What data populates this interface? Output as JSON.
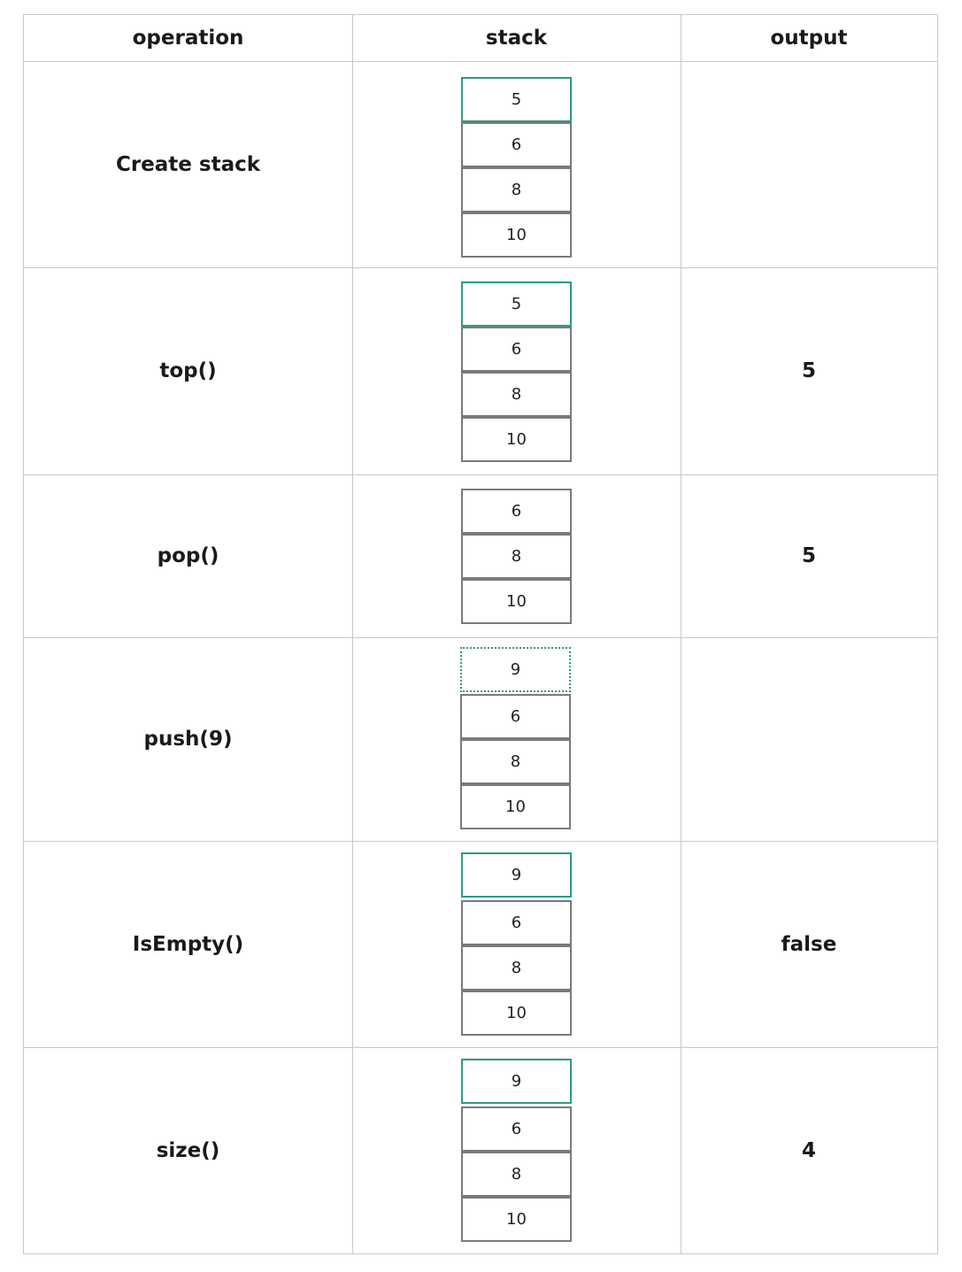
{
  "headers": [
    "operation",
    "stack",
    "output"
  ],
  "rows": [
    {
      "operation": "Create stack",
      "stack": [
        "5",
        "6",
        "8",
        "10"
      ],
      "output": ""
    },
    {
      "operation": "top()",
      "stack": [
        "5",
        "6",
        "8",
        "10"
      ],
      "output": "5"
    },
    {
      "operation": "pop()",
      "stack": [
        "6",
        "8",
        "10"
      ],
      "output": "5"
    },
    {
      "operation": "push(9)",
      "stack": [
        "9",
        "6",
        "8",
        "10"
      ],
      "output": ""
    },
    {
      "operation": "IsEmpty()",
      "stack": [
        "9",
        "6",
        "8",
        "10"
      ],
      "output": "false"
    },
    {
      "operation": "size()",
      "stack": [
        "9",
        "6",
        "8",
        "10"
      ],
      "output": "4"
    }
  ],
  "colors": {
    "grid_line": "#c8c8c8",
    "box_border": "#7a7a7a",
    "top_highlight": "#2d9a86"
  }
}
